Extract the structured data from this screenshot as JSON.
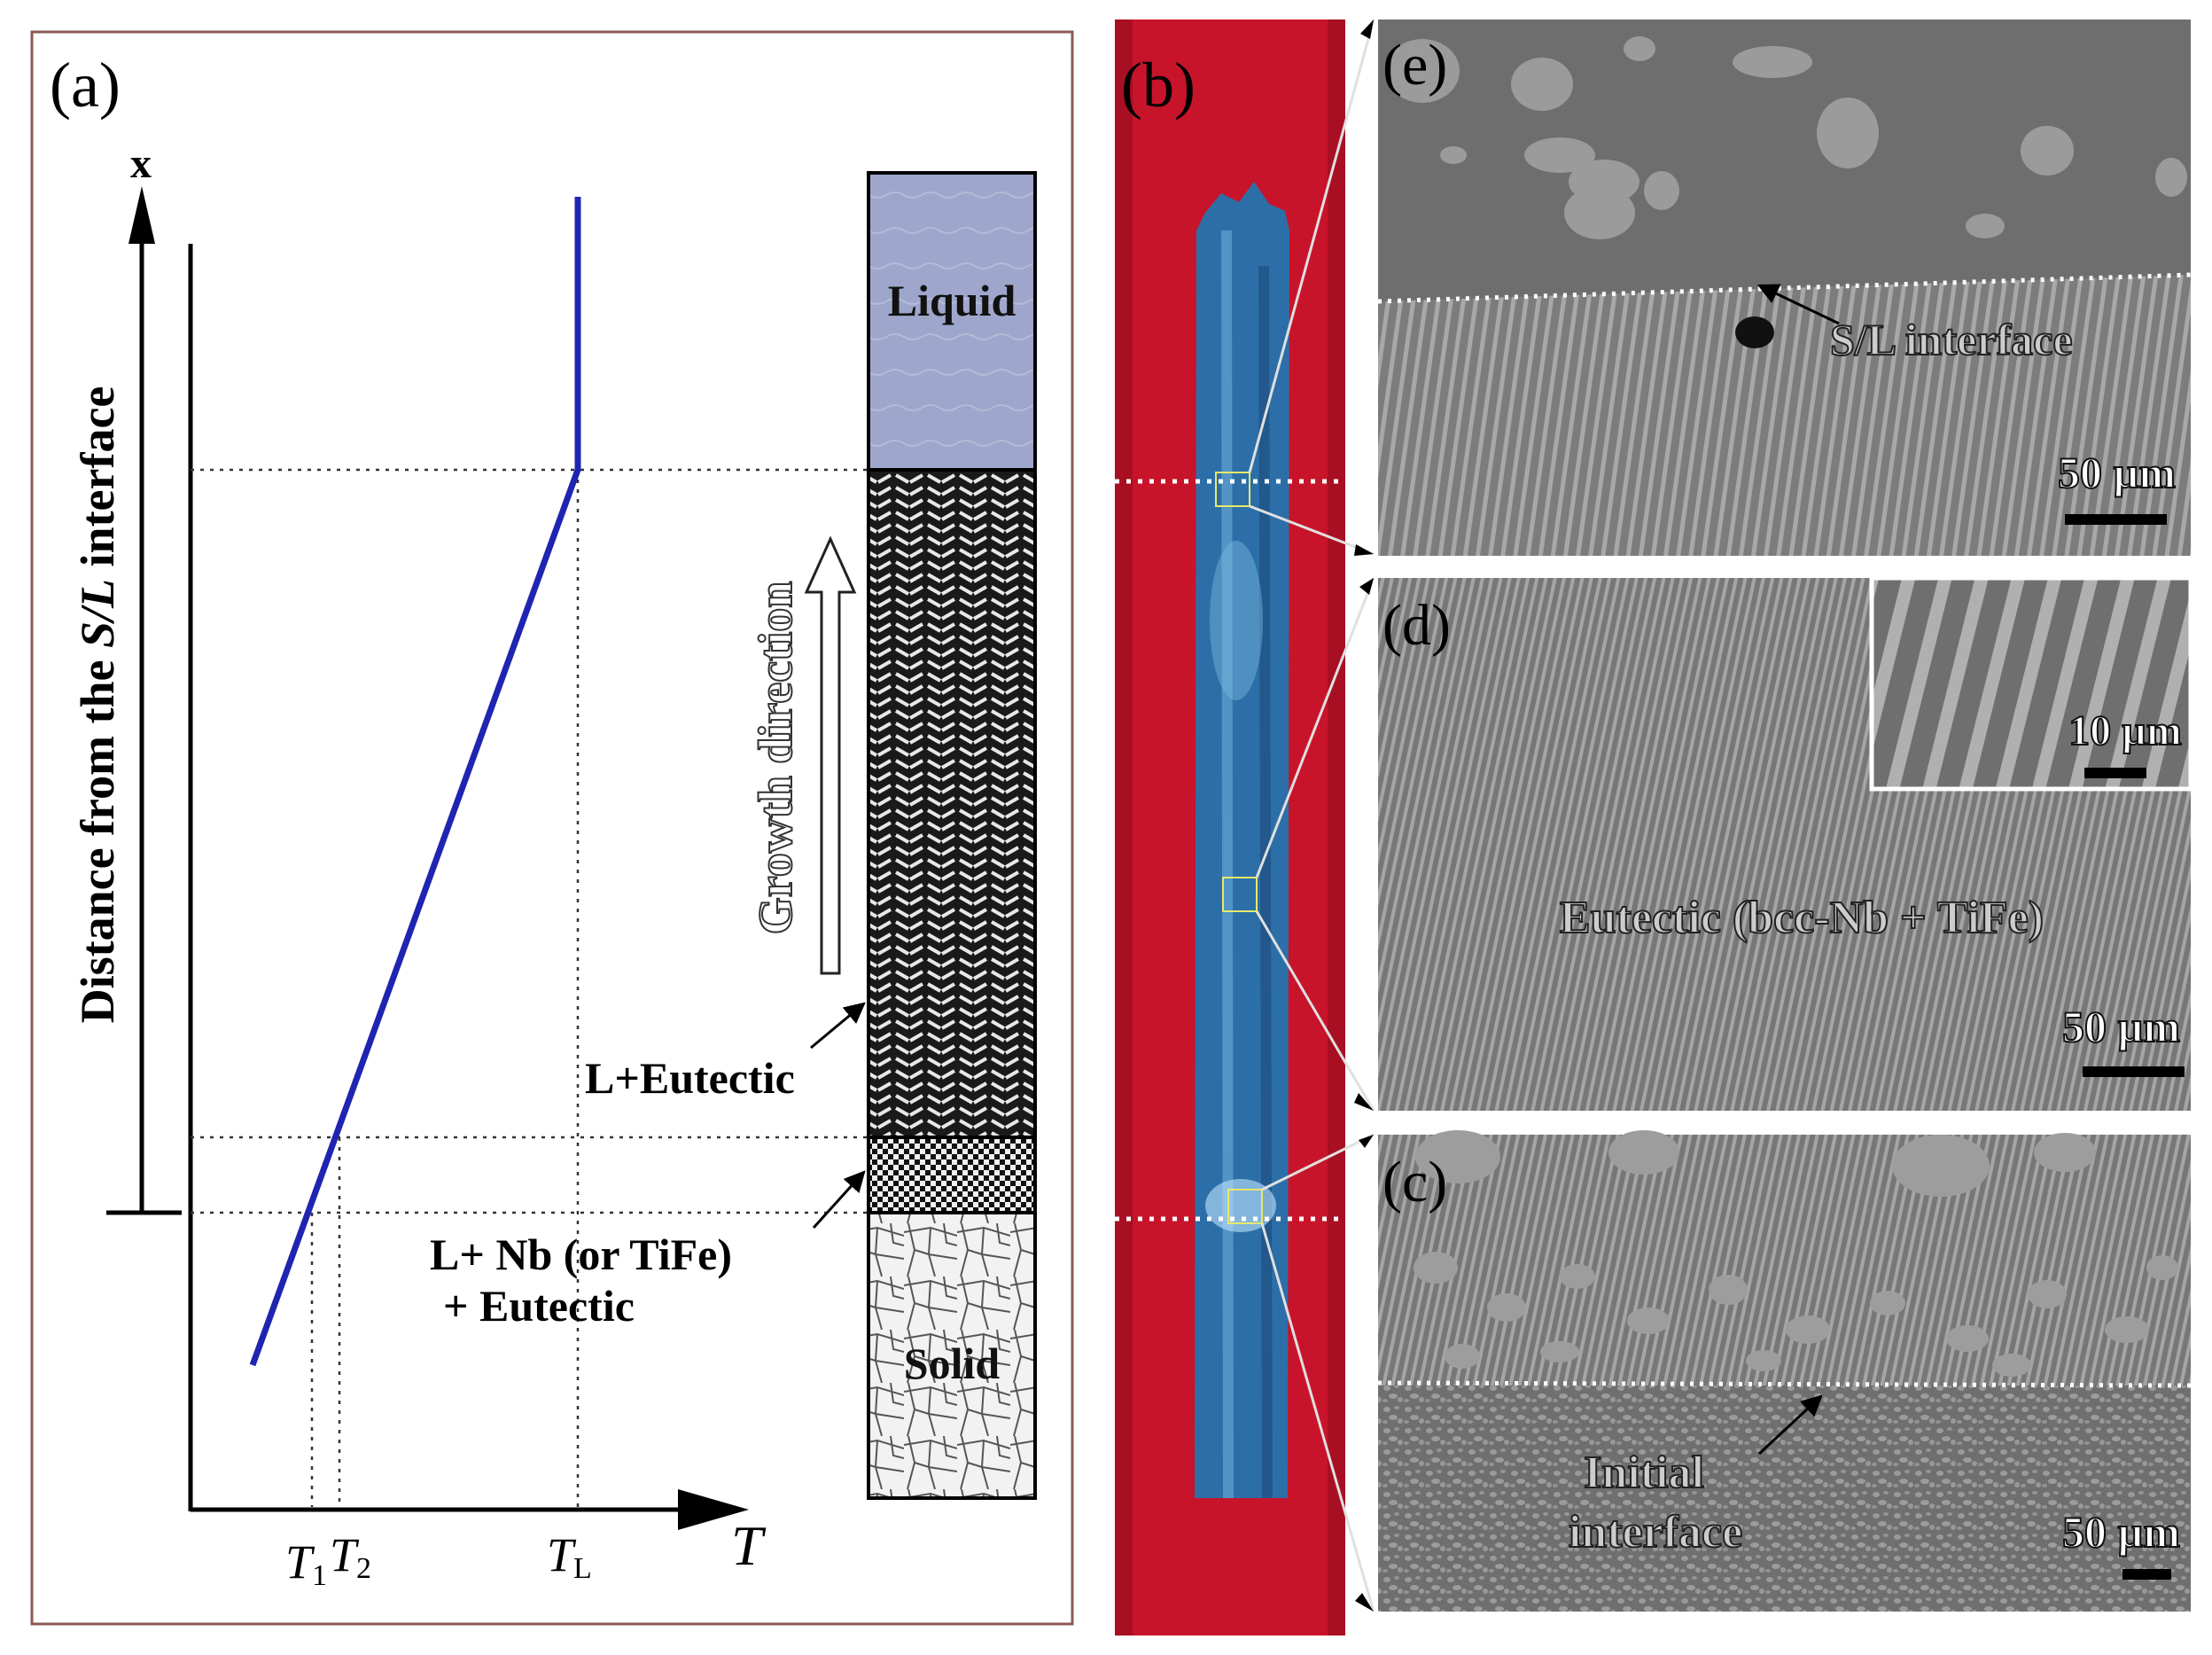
{
  "panel_a": {
    "label": "(a)",
    "y_axis_symbol": "x",
    "y_axis_title_prefix": "Distance from the ",
    "y_axis_title_italic": "S/L",
    "y_axis_title_suffix": " interface",
    "x_axis_symbol": "T",
    "tick_t1_main": "T",
    "tick_t1_sub": "1",
    "tick_t2_main": "T",
    "tick_t2_sub": "2",
    "tick_tl_main": "T",
    "tick_tl_sub": "L",
    "zone_liquid": "Liquid",
    "zone_solid": "Solid",
    "growth_direction": "Growth direction",
    "label_l_eutectic": "L+Eutectic",
    "label_l_nb_line1": "L+ Nb (or TiFe)",
    "label_l_nb_line2": "+ Eutectic"
  },
  "panel_b": {
    "label": "(b)"
  },
  "panel_e": {
    "label": "(e)",
    "annotation": "S/L  interface",
    "scale": "50 µm"
  },
  "panel_d": {
    "label": "(d)",
    "annotation": "Eutectic (bcc-Nb + TiFe)",
    "scale": "50 µm",
    "inset_scale": "10 µm"
  },
  "panel_c": {
    "label": "(c)",
    "annotation_line1": "Initial",
    "annotation_line2": "interface",
    "scale": "50 µm"
  },
  "colors": {
    "frame": "#8a5a52",
    "curve": "#1f25b0",
    "sample_bg": "#c8142a",
    "liquid_fill": "#9aa4c8",
    "sem_gray": "#7a7a7a"
  }
}
